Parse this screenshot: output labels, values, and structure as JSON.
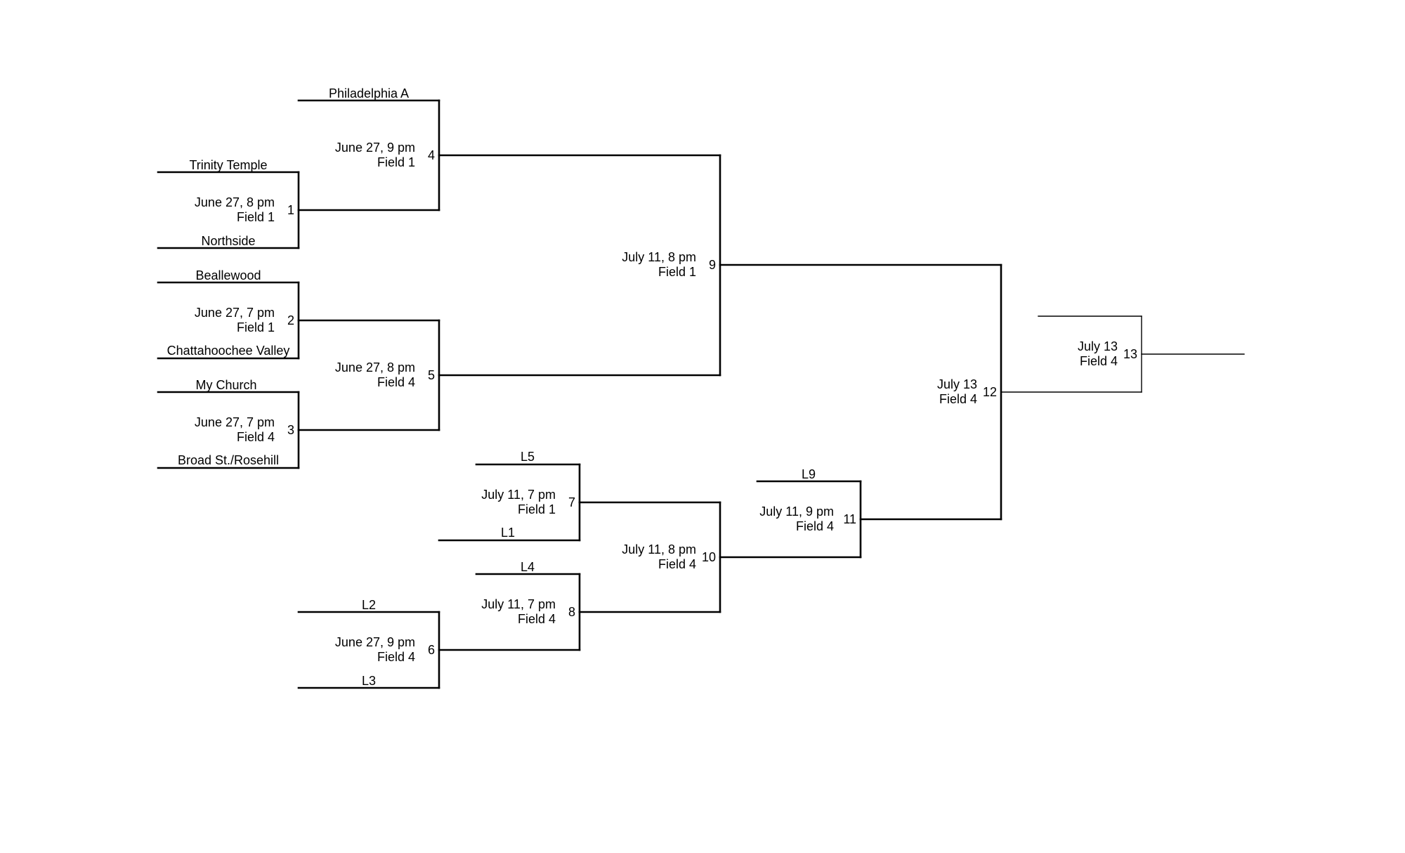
{
  "teams": {
    "philadelphia_a": "Philadelphia A",
    "trinity_temple": "Trinity Temple",
    "northside": "Northside",
    "beallewood": "Beallewood",
    "chattahoochee_valley": "Chattahoochee Valley",
    "my_church": "My Church",
    "broad_st_rosehill": "Broad St./Rosehill"
  },
  "losers": {
    "l1": "L1",
    "l2": "L2",
    "l3": "L3",
    "l4": "L4",
    "l5": "L5",
    "l9": "L9"
  },
  "games": [
    {
      "number": "1",
      "date": "June 27, 8 pm",
      "field": "Field 1"
    },
    {
      "number": "2",
      "date": "June 27, 7 pm",
      "field": "Field 1"
    },
    {
      "number": "3",
      "date": "June 27, 7 pm",
      "field": "Field 4"
    },
    {
      "number": "4",
      "date": "June 27, 9 pm",
      "field": "Field 1"
    },
    {
      "number": "5",
      "date": "June 27, 8 pm",
      "field": "Field 4"
    },
    {
      "number": "6",
      "date": "June 27, 9 pm",
      "field": "Field 4"
    },
    {
      "number": "7",
      "date": "July 11, 7 pm",
      "field": "Field 1"
    },
    {
      "number": "8",
      "date": "July 11, 7 pm",
      "field": "Field 4"
    },
    {
      "number": "9",
      "date": "July 11, 8 pm",
      "field": "Field 1"
    },
    {
      "number": "10",
      "date": "July 11, 8 pm",
      "field": "Field 4"
    },
    {
      "number": "11",
      "date": "July 11, 9 pm",
      "field": "Field 4"
    },
    {
      "number": "12",
      "date": "July 13",
      "field": "Field 4"
    },
    {
      "number": "13",
      "date": "July 13",
      "field": "Field 4"
    }
  ]
}
